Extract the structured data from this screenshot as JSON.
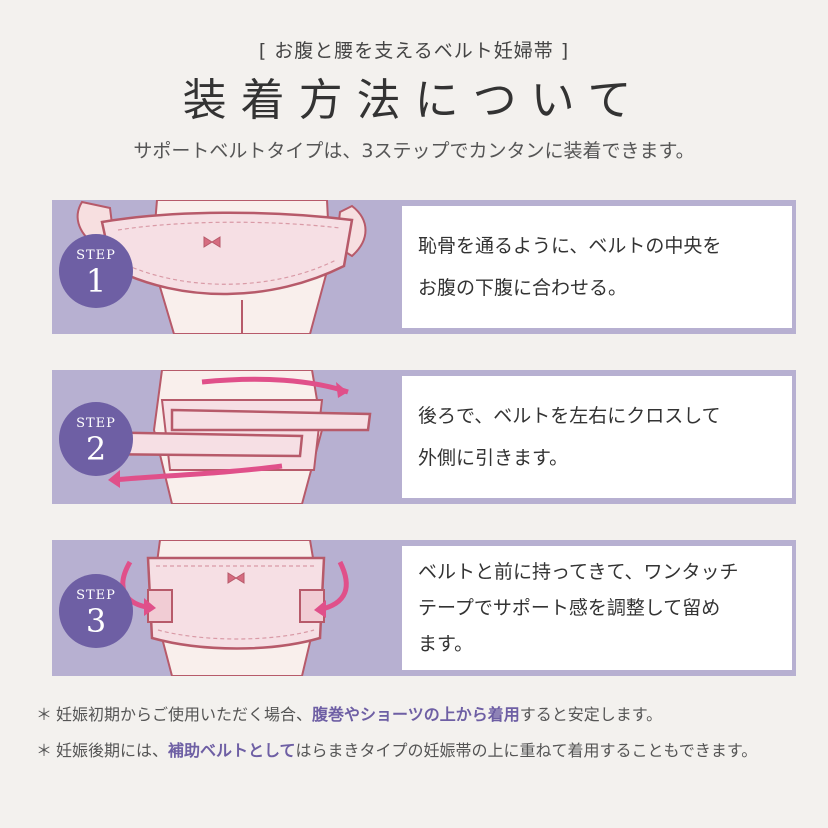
{
  "header": {
    "subtitle": "[ お腹と腰を支えるベルト妊婦帯 ]",
    "title": "装着方法について",
    "lead": "サポートベルトタイプは、3ステップでカンタンに装着できます。"
  },
  "steps": [
    {
      "label": "STEP",
      "number": "1",
      "text_lines": [
        "恥骨を通るように、ベルトの中央を",
        "お腹の下腹に合わせる。"
      ]
    },
    {
      "label": "STEP",
      "number": "2",
      "text_lines": [
        "後ろで、ベルトを左右にクロスして",
        "外側に引きます。"
      ]
    },
    {
      "label": "STEP",
      "number": "3",
      "text_lines": [
        "ベルトと前に持ってきて、ワンタッチ",
        "テープでサポート感を調整して留め",
        "ます。"
      ]
    }
  ],
  "notes": [
    {
      "mark": "＊",
      "parts": [
        "妊娠初期からご使用いただく場合、",
        "腹巻やショーツの上から着用",
        "すると安定します。"
      ]
    },
    {
      "mark": "＊",
      "parts": [
        "妊娠後期には、",
        "補助ベルトとして",
        "はらまきタイプの妊娠帯の上に重ねて着用することもできます。"
      ]
    }
  ],
  "colors": {
    "background": "#f3f1ee",
    "panel": "#b7b0d1",
    "badge": "#6e5fa4",
    "emphasis": "#6e5fa4",
    "arrow": "#e0508a",
    "belt": "#f6dfe4",
    "outline": "#b75a6a"
  }
}
